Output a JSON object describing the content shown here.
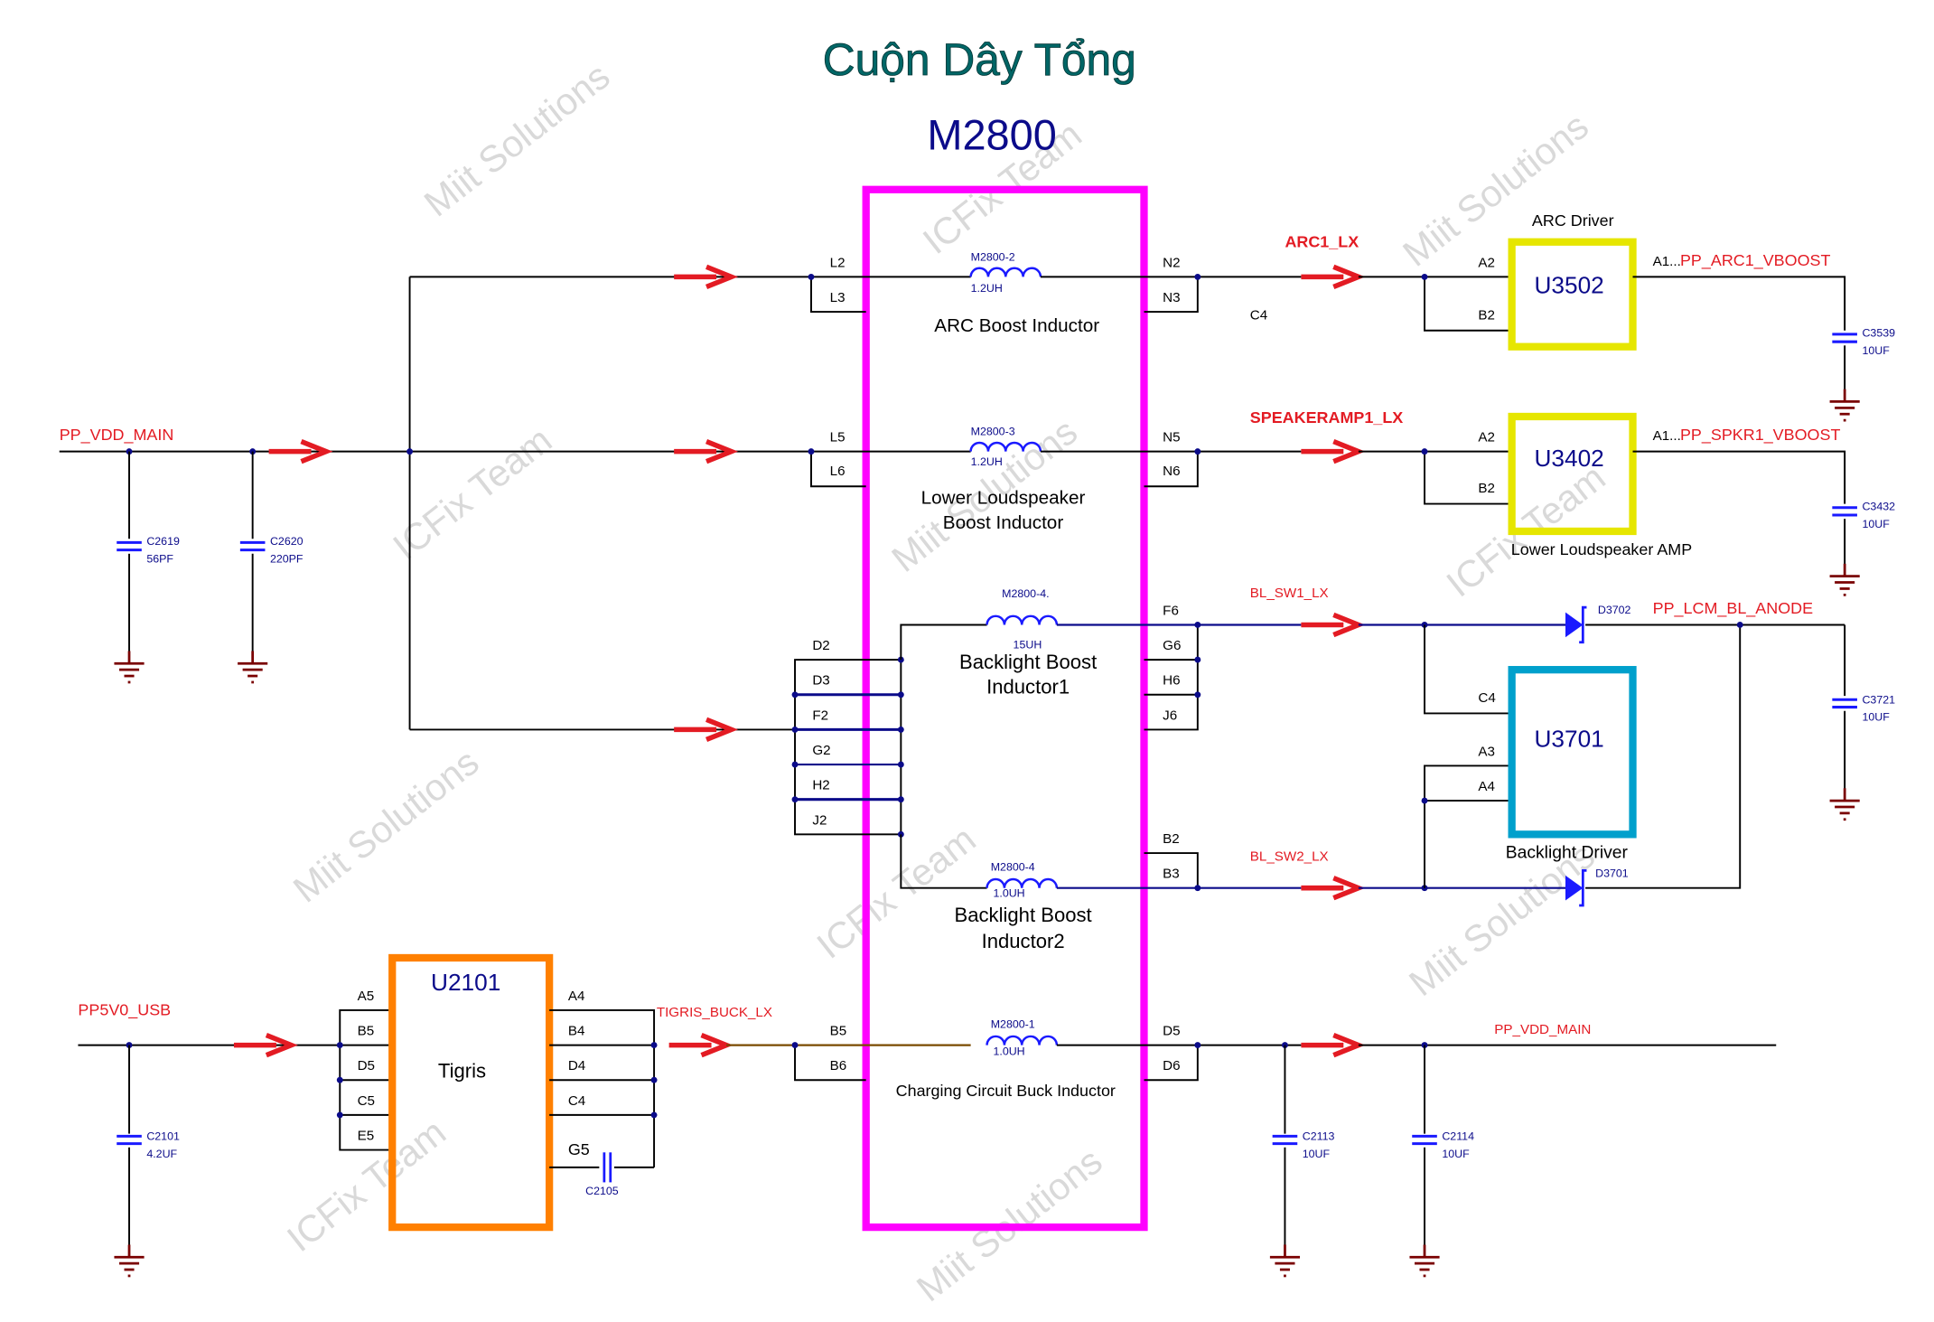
{
  "title": "Cuộn Dây Tổng",
  "module": "M2800",
  "watermarks": [
    "Miit Solutions",
    "ICFix Team"
  ],
  "nets": {
    "pp_vdd_main_in": "PP_VDD_MAIN",
    "arc1_lx": "ARC1_LX",
    "speakeramp1_lx": "SPEAKERAMP1_LX",
    "bl_sw1_lx": "BL_SW1_LX",
    "bl_sw2_lx": "BL_SW2_LX",
    "pp_arc1_vboost": "PP_ARC1_VBOOST",
    "pp_spkr1_vboost": "PP_SPKR1_VBOOST",
    "pp_lcm_bl_anode": "PP_LCM_BL_ANODE",
    "pp5v0_usb": "PP5V0_USB",
    "tigris_buck_lx": "TIGRIS_BUCK_LX",
    "pp_vdd_main_out": "PP_VDD_MAIN"
  },
  "inductors": [
    {
      "ref": "M2800-2",
      "value": "1.2UH",
      "label": "ARC Boost Inductor",
      "left_pins": [
        "L2",
        "L3"
      ],
      "right_pins": [
        "N2",
        "N3"
      ]
    },
    {
      "ref": "M2800-3",
      "value": "1.2UH",
      "label_line1": "Lower Loudspeaker",
      "label_line2": "Boost Inductor",
      "left_pins": [
        "L5",
        "L6"
      ],
      "right_pins": [
        "N5",
        "N6"
      ]
    },
    {
      "ref": "M2800-4.",
      "value": "15UH",
      "label_line1": "Backlight Boost",
      "label_line2": "Inductor1",
      "right_pins": [
        "F6",
        "G6",
        "H6",
        "J6"
      ]
    },
    {
      "ref": "M2800-4",
      "value": "1.0UH",
      "label_line1": "Backlight Boost",
      "label_line2": "Inductor2",
      "right_pins": [
        "B2",
        "B3"
      ]
    },
    {
      "ref": "M2800-1",
      "value": "1.0UH",
      "label": "Charging Circuit Buck Inductor",
      "left_pins": [
        "B5",
        "B6"
      ],
      "right_pins": [
        "D5",
        "D6"
      ]
    }
  ],
  "shared_left_pins": [
    "D2",
    "D3",
    "F2",
    "G2",
    "H2",
    "J2"
  ],
  "stray_label": "C4",
  "ics": {
    "u3502": {
      "ref": "U3502",
      "caption": "ARC Driver",
      "pins": [
        "A2",
        "B2"
      ],
      "out_pin": "A1..."
    },
    "u3402": {
      "ref": "U3402",
      "caption": "Lower Loudspeaker AMP",
      "pins": [
        "A2",
        "B2"
      ],
      "out_pin": "A1..."
    },
    "u3701": {
      "ref": "U3701",
      "caption": "Backlight Driver",
      "pins": [
        "C4",
        "A3",
        "A4"
      ]
    },
    "u2101": {
      "ref": "U2101",
      "name": "Tigris",
      "left_pins": [
        "A5",
        "B5",
        "D5",
        "C5",
        "E5"
      ],
      "right_pins": [
        "A4",
        "B4",
        "D4",
        "C4",
        "G5"
      ]
    }
  },
  "diodes": [
    {
      "ref": "D3702"
    },
    {
      "ref": "D3701"
    }
  ],
  "capacitors": [
    {
      "ref": "C2619",
      "value": "56PF"
    },
    {
      "ref": "C2620",
      "value": "220PF"
    },
    {
      "ref": "C3539",
      "value": "10UF"
    },
    {
      "ref": "C3432",
      "value": "10UF"
    },
    {
      "ref": "C3721",
      "value": "10UF"
    },
    {
      "ref": "C2101",
      "value": "4.2UF"
    },
    {
      "ref": "C2105",
      "value": ""
    },
    {
      "ref": "C2113",
      "value": "10UF"
    },
    {
      "ref": "C2114",
      "value": "10UF"
    }
  ],
  "colors": {
    "module_box": "#ff00ff",
    "arc_box": "#e6e600",
    "backlight_box": "#00a0cc",
    "tigris_box": "#ff8000",
    "net_label": "#e31b23",
    "ref_text": "#0b0b8a",
    "ground": "#7a0000"
  }
}
